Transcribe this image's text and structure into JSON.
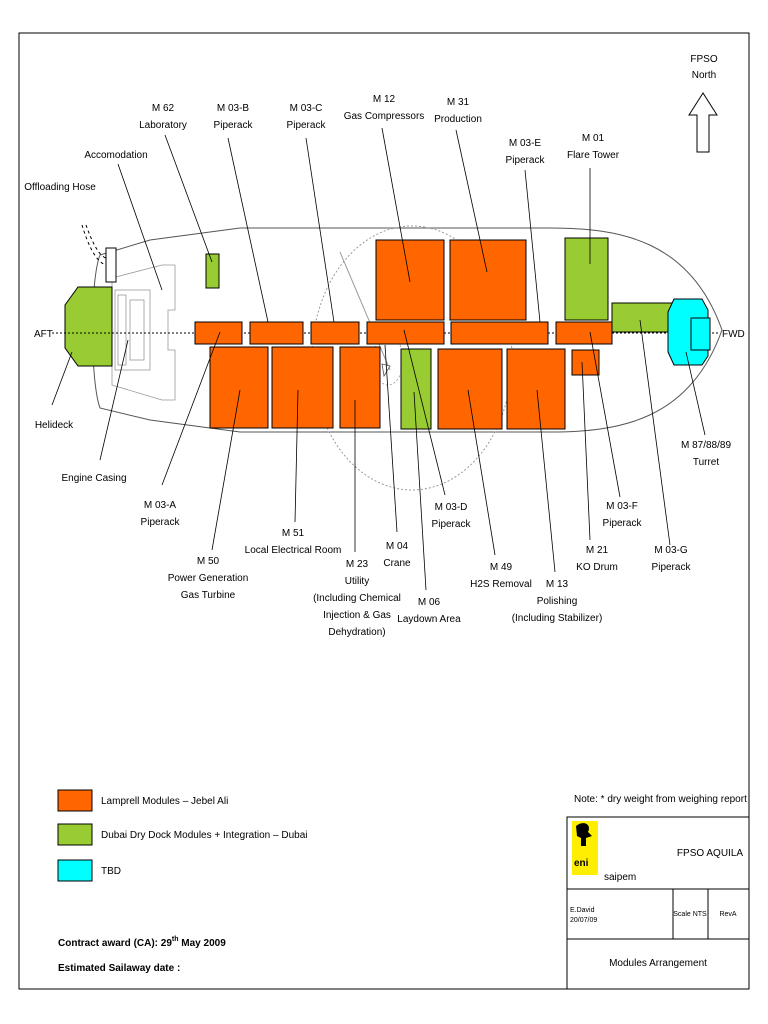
{
  "colors": {
    "lamprell": "#ff6600",
    "dubai": "#99cc33",
    "tbd": "#00ffff",
    "outline": "#000000"
  },
  "north": {
    "line1": "FPSO",
    "line2": "North",
    "icon": "north-arrow-icon"
  },
  "ends": {
    "aft": "AFT",
    "fwd": "FWD"
  },
  "labels": {
    "m62": [
      "M 62",
      "Laboratory"
    ],
    "m03b": [
      "M 03-B",
      "Piperack"
    ],
    "m03c": [
      "M 03-C",
      "Piperack"
    ],
    "m12": [
      "M 12",
      "Gas Compressors"
    ],
    "m31": [
      "M 31",
      "Production"
    ],
    "m03e": [
      "M 03-E",
      "Piperack"
    ],
    "m01": [
      "M 01",
      "Flare Tower"
    ],
    "accom": [
      "Accomodation"
    ],
    "offload": [
      "Offloading Hose"
    ],
    "helideck": [
      "Helideck"
    ],
    "engine": [
      "Engine Casing"
    ],
    "m03a": [
      "M 03-A",
      "Piperack"
    ],
    "m50": [
      "M 50",
      "Power Generation",
      "Gas Turbine"
    ],
    "m51": [
      "M 51",
      "Local Electrical Room"
    ],
    "m23": [
      "M 23",
      "Utility",
      "(Including Chemical",
      "Injection & Gas",
      "Dehydration)"
    ],
    "m04": [
      "M 04",
      "Crane"
    ],
    "m06": [
      "M 06",
      "Laydown Area"
    ],
    "m03d": [
      "M 03-D",
      "Piperack"
    ],
    "m49": [
      "M 49",
      "H2S Removal"
    ],
    "m13": [
      "M 13",
      "Polishing",
      "(Including Stabilizer)"
    ],
    "m21": [
      "M 21",
      "KO Drum"
    ],
    "m03f": [
      "M 03-F",
      "Piperack"
    ],
    "m03g": [
      "M 03-G",
      "Piperack"
    ],
    "turret": [
      "M 87/88/89",
      "Turret"
    ]
  },
  "legend": [
    {
      "label": "Lamprell Modules – Jebel Ali",
      "color": "#ff6600"
    },
    {
      "label": "Dubai Dry Dock Modules + Integration – Dubai",
      "color": "#99cc33"
    },
    {
      "label": "TBD",
      "color": "#00ffff"
    }
  ],
  "note": "Note: * dry weight from weighing report",
  "titleblock": {
    "logo_eni": "eni",
    "logo_saipem": "saipem",
    "project": "FPSO AQUILA",
    "author": "E.David",
    "date": "20/07/09",
    "scale": "Scale NTS",
    "rev": "RevA",
    "drawing": "Modules Arrangement"
  },
  "contract": {
    "prefix": "Contract award (CA): 29",
    "sup": "th",
    "suffix": " May 2009"
  },
  "sailaway": "Estimated Sailaway date :"
}
